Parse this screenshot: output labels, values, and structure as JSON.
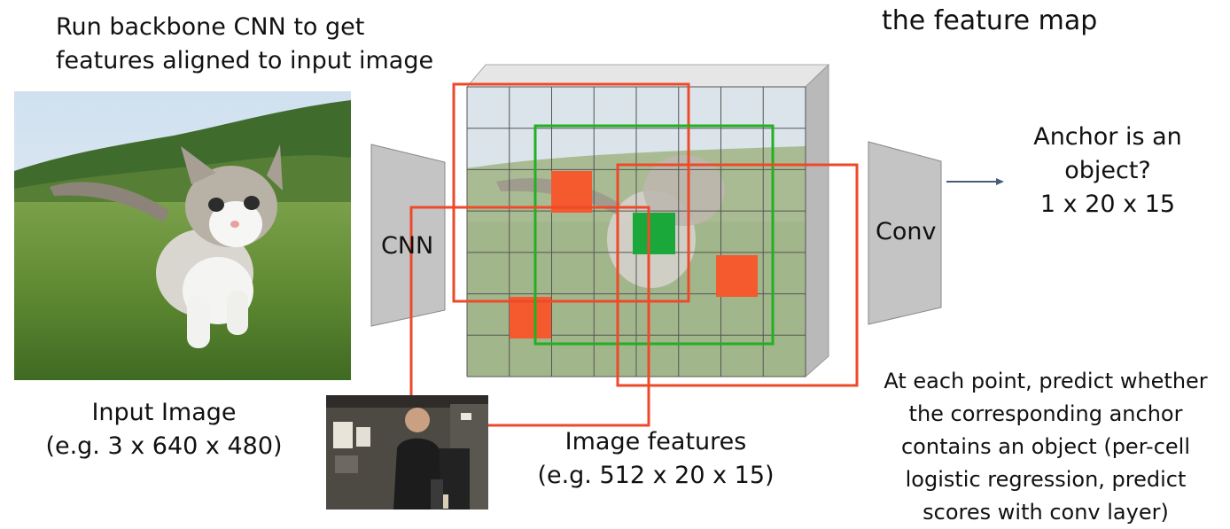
{
  "header": {
    "top_left_line1": "Run backbone CNN to get",
    "top_left_line2": "features aligned to input image",
    "top_right": "the feature map"
  },
  "input_image": {
    "caption_line1": "Input Image",
    "caption_line2": "(e.g. 3 x 640 x 480)"
  },
  "cnn": {
    "label": "CNN"
  },
  "features": {
    "caption_line1": "Image features",
    "caption_line2": "(e.g. 512 x 20 x 15)",
    "grid_cols": 8,
    "grid_rows": 7
  },
  "conv": {
    "label": "Conv"
  },
  "anchor": {
    "line1": "Anchor is an",
    "line2": "object?",
    "line3": "1 x 20 x 15"
  },
  "description": {
    "lines": [
      "At each point, predict whether",
      "the corresponding anchor",
      "contains an object (per-cell",
      "logistic regression, predict",
      "scores with conv layer)"
    ]
  },
  "colors": {
    "anchor_box_red": "#ee4a2a",
    "anchor_box_green": "#22b022",
    "cell_red": "#f45a2e",
    "cell_green": "#1aa83a",
    "trapezoid_gray": "#c4c4c4",
    "block_side_gray": "#b9b9b9"
  }
}
